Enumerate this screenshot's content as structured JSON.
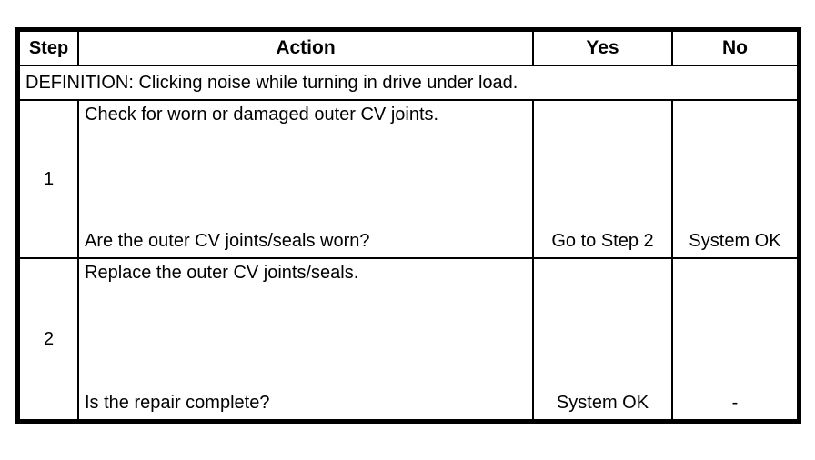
{
  "table": {
    "headers": {
      "step": "Step",
      "action": "Action",
      "yes": "Yes",
      "no": "No"
    },
    "definition": "DEFINITION: Clicking noise while turning in drive under load.",
    "rows": [
      {
        "step": "1",
        "action_top": "Check for worn or damaged outer CV joints.",
        "action_bottom": "Are the outer CV joints/seals worn?",
        "yes": "Go to Step 2",
        "no": "System OK"
      },
      {
        "step": "2",
        "action_top": "Replace the outer CV joints/seals.",
        "action_bottom": "Is the repair complete?",
        "yes": "System OK",
        "no": "-"
      }
    ]
  },
  "colors": {
    "border": "#000000",
    "text": "#000000",
    "background": "#ffffff"
  }
}
